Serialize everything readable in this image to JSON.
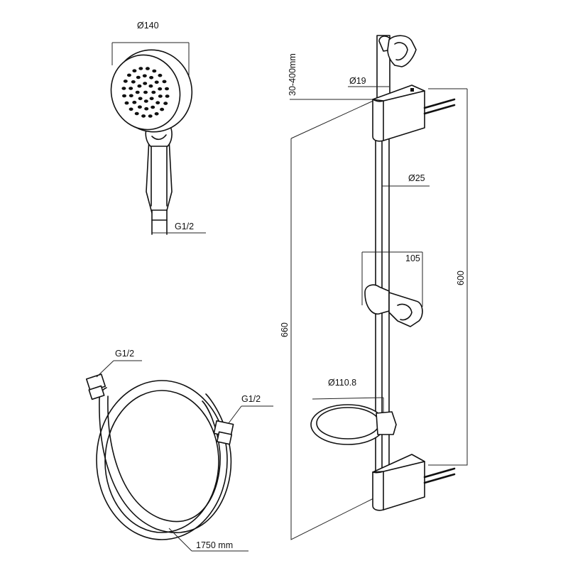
{
  "labels": {
    "head_diameter": "Ø140",
    "head_connection": "G1/2",
    "hose_end_left": "G1/2",
    "hose_end_right": "G1/2",
    "hose_length": "1750 mm",
    "adjust_range": "30-400mm",
    "bar_top_diameter": "Ø19",
    "bar_diameter": "Ø25",
    "slider_depth": "105",
    "overall_height": "660",
    "bracket_spacing": "600",
    "soap_dish_diameter": "Ø110.8"
  }
}
